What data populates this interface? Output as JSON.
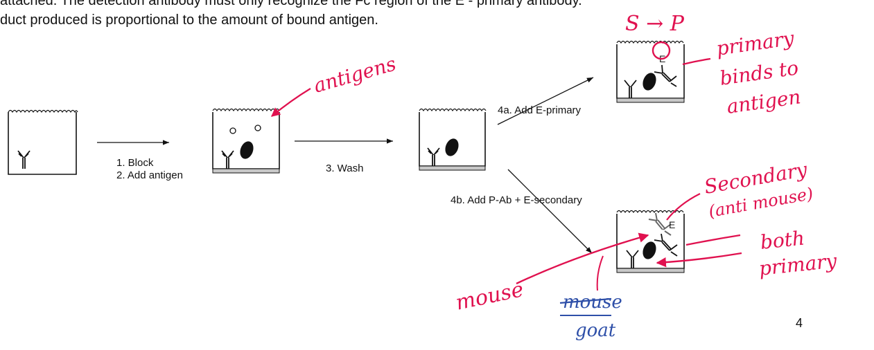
{
  "header_text": {
    "line1": "attached. The detection antibody must only recognize the Fc region of the E - primary antibody.",
    "line2": "duct produced is proportional to the amount of bound antigen."
  },
  "steps": {
    "block": "1. Block",
    "add_antigen": "2. Add antigen",
    "wash": "3. Wash",
    "add_e_primary": "4a. Add E-primary",
    "add_pab_e_secondary": "4b. Add P-Ab + E-secondary"
  },
  "enzyme_label": "E",
  "handwritten": {
    "antigens": "antigens",
    "s_arrow_p": "S → P",
    "primary_binds_to_antigen": [
      "primary",
      "binds to",
      "antigen"
    ],
    "secondary_anti_mouse": [
      "Secondary",
      "(anti mouse)"
    ],
    "both_primary": [
      "both",
      "primary"
    ],
    "mouse": "mouse",
    "mouse_crossed": "mouse",
    "goat": "goat"
  },
  "page_number": "4",
  "colors": {
    "ink": "#111111",
    "annotation_red": "#e0114f",
    "annotation_blue": "#2e4fa8",
    "well_bottom": "#c8c8c8"
  }
}
